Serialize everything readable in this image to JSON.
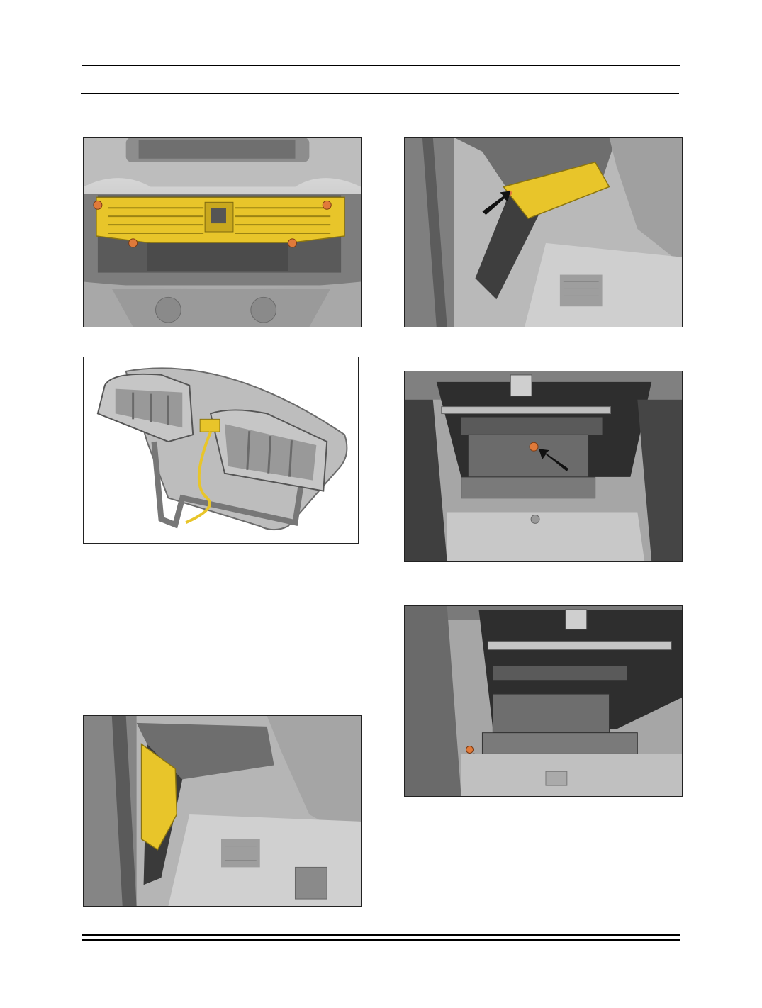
{
  "page": {
    "header_rules": 2,
    "footer_rules": 2
  },
  "figures": [
    {
      "id": "fig1",
      "depicts": "center-dashboard-air-vent-bezel",
      "highlight_color": "#e8c52a",
      "fastener_color": "#e07a3a"
    },
    {
      "id": "fig2",
      "depicts": "passenger-side-end-trim-panel",
      "highlight_color": "#e8c52a",
      "arrow_color": "#111111"
    },
    {
      "id": "fig3",
      "depicts": "air-vent-assembly-with-wiring",
      "highlight_color": "#e8c52a"
    },
    {
      "id": "fig4",
      "depicts": "glovebox-opening-fastener",
      "arrow_color": "#111111",
      "fastener_color": "#e07a3a"
    },
    {
      "id": "fig5",
      "depicts": "glovebox-lower-fastener",
      "arrow_color": "#111111",
      "fastener_color": "#e07a3a"
    },
    {
      "id": "fig6",
      "depicts": "passenger-side-end-panel-removed",
      "highlight_color": "#e8c52a"
    }
  ]
}
